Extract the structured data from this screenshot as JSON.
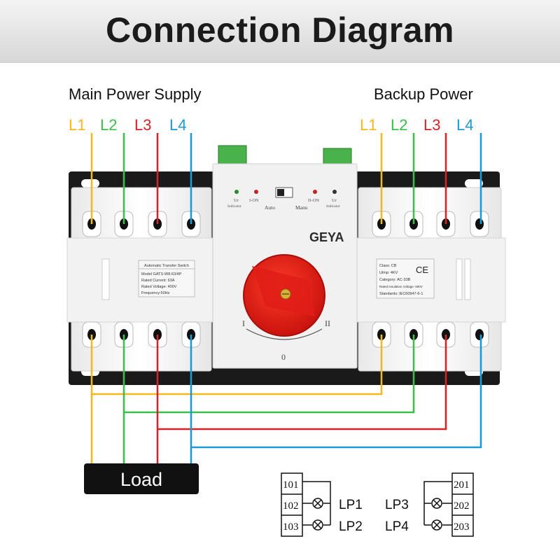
{
  "title": "Connection Diagram",
  "main_power": {
    "label": "Main Power Supply",
    "phases": [
      {
        "name": "L1",
        "color": "#f3b81a"
      },
      {
        "name": "L2",
        "color": "#3cbf4a"
      },
      {
        "name": "L3",
        "color": "#d4242b"
      },
      {
        "name": "L4",
        "color": "#1c9ad6"
      }
    ]
  },
  "backup_power": {
    "label": "Backup Power",
    "phases": [
      {
        "name": "L1",
        "color": "#f3b81a"
      },
      {
        "name": "L2",
        "color": "#3cbf4a"
      },
      {
        "name": "L3",
        "color": "#d4242b"
      },
      {
        "name": "L4",
        "color": "#1c9ad6"
      }
    ]
  },
  "load_label": "Load",
  "controller": {
    "brand": "GEYA",
    "switch_modes": [
      "Auto",
      "Manu"
    ],
    "indicators_left": [
      "Ur",
      "I-ON"
    ],
    "indicators_right": [
      "II-ON",
      "Ur"
    ],
    "indicator_caption": "Indicator",
    "positions": [
      "I",
      "0",
      "II"
    ],
    "pole_marks_left": [
      "I"
    ],
    "pole_marks_right": [
      "II"
    ]
  },
  "nameplate_left": {
    "header": "Automatic Transfer Switch",
    "lines": [
      "Model GATS-W8-63/4P",
      "Rated Current: 63A",
      "Rated Voltage: 400V",
      "Frequency:50Hz"
    ]
  },
  "nameplate_right": {
    "lines": [
      "Class: CB",
      "Uimp: 4KV",
      "Category: AC-33B",
      "Rated Insulation Voltage: 690V",
      "Standards:  IEC60947-6-1"
    ],
    "ce_mark": "CE"
  },
  "terminal_block": {
    "left": {
      "terminals": [
        "101",
        "102",
        "103"
      ],
      "lamps": [
        "LP1",
        "LP2"
      ]
    },
    "right": {
      "terminals": [
        "201",
        "202",
        "203"
      ],
      "lamps": [
        "LP3",
        "LP4"
      ]
    }
  }
}
